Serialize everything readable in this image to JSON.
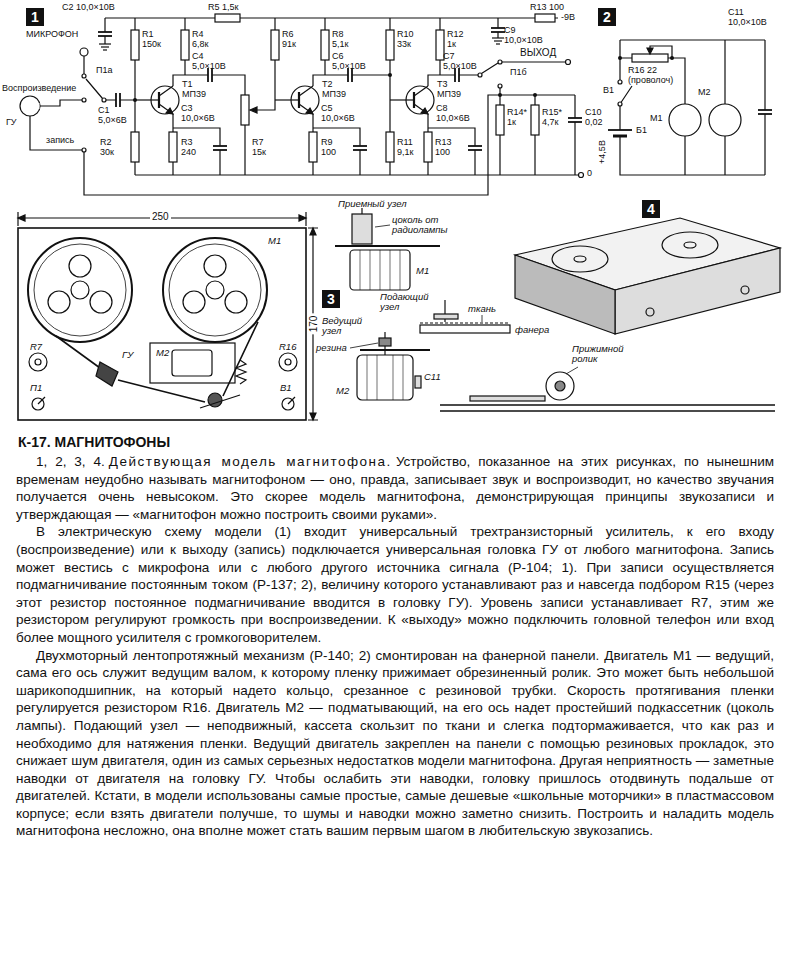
{
  "diagram": {
    "title": "К-17. МАГНИТОФОНЫ",
    "nodes": [
      {
        "text": [
          "1"
        ]
      },
      {
        "text": [
          "2"
        ]
      },
      {
        "text": [
          "3"
        ]
      },
      {
        "text": [
          "4"
        ]
      }
    ],
    "labels": [
      "C2 10,0×10В",
      "R5 1,5к",
      "R13 100",
      "-9В",
      "МИКРОФОН",
      "R1 150к",
      "R4 6,8к",
      "C4 5,0×10В",
      "R6 91к",
      "R8 5,1к",
      "C6 5,0×10В",
      "R10 33к",
      "R12 1к",
      "C9 10,0×10В",
      "T1 МП39",
      "T2 МП39",
      "T3 МП39",
      "C7 5,0×10В",
      "ВЫХОД",
      "П1б",
      "Воспроизведение",
      "П1а",
      "ГУ",
      "C1 5,0×6В",
      "R2 30к",
      "R3 240",
      "C3 10,0×6В",
      "R7 15к",
      "R9 100",
      "C5 10,0×6В",
      "R11 9,1к",
      "R13 100",
      "C8 10,0×6В",
      "C10 0,02",
      "R14* 1к",
      "R15* 4,7к",
      "запись",
      "0",
      "R16 22 (проволоч)",
      "C11 10,0×10В",
      "M1",
      "M2",
      "В1",
      "Б1",
      "+4,5В",
      "250",
      "170",
      "М1",
      "R7",
      "П1",
      "ГУ",
      "М2",
      "R16",
      "В1",
      "Приемный узел",
      "цоколь от радиолампы",
      "М1",
      "Подающий узел",
      "ткань",
      "фанера",
      "Ведущий узел",
      "резина",
      "М2",
      "С11",
      "Прижимной ролик",
      "1, 2, 3, 4.",
      "Действующая модель магнитофона.",
      "Устройство, показанное на этих рисунках, по нынешним временам неудобно называть магнитофоном — оно, правда, записывает звук и воспроизводит, но качество звучания получается очень невысоком. Это скорее модель магнитофона, демонстрирующая принципы звукозаписи и утверждающая — «магнитофон можно построить своими руками».",
      "В электрическую схему модели (1) входит универсальный трехтранзисторный усилитель, к его входу (воспроизведение) или к выходу (запись) подключается универсальная головка ГУ от любого магнитофона. Запись может вестись с микрофона или с любого другого источника сигнала (Р-104; 1). При записи осуществляется подмагничивание постоянным током (Р-137; 2), величину которого устанавливают раз и навсегда подбором R15 (через этот резистор постоянное подмагничивание вводится в головку ГУ). Уровень записи устанавливает R7, этим же резистором регулируют громкость при воспроизведении. К «выходу» можно подключить головной телефон или вход более мощного усилителя с громкоговорителем.",
      "Двухмоторный лентопротяжный механизм (Р-140; 2) смонтирован на фанерной панели. Двигатель М1 — ведущий, сама его ось служит ведущим валом, к которому пленку прижимает обрезиненный ролик. Это может быть небольшой шарикоподшипник, на который надето кольцо, срезанное с резиновой трубки. Скорость протягивания пленки регулируется резистором R16. Двигатель М2 — подматывающий, на его ось надет простейший подкассетник (цоколь лампы). Подающий узел — неподвижный, кассета скользит по ткани и слегка подтормаживается, что как раз и необходимо для натяжения пленки. Ведущий двигатель закреплен на панели с помощью резиновых прокладок, это снижает шум двигателя, один из самых серьезных недостатков модели магнитофона. Другая неприятность — заметные наводки от двигателя на головку ГУ. Чтобы ослабить эти наводки, головку пришлось отодвинуть подальше от двигателей. Кстати, в модели использованы самые простые, самые дешевые «школьные моторчики» в пластмассовом корпусе; если взять двигатели получше, то шумы и наводки можно заметно снизить. Построить и наладить модель магнитофона несложно, она вполне может стать вашим первым шагом в любительскую звукозапись."
    ]
  }
}
